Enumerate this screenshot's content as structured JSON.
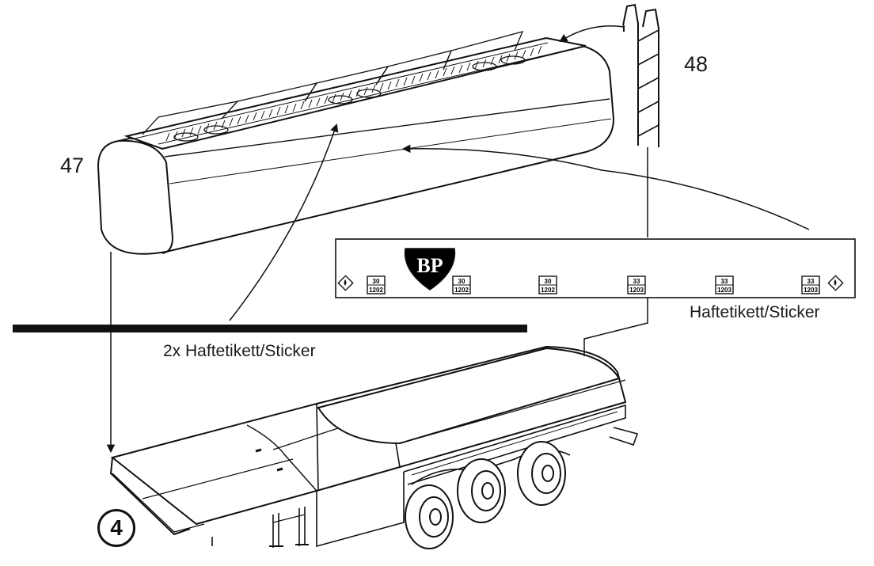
{
  "labels": {
    "part_47": "47",
    "part_48": "48",
    "sticker_caption": "Haftetikett/Sticker",
    "double_sticker_caption": "2x Haftetikett/Sticker",
    "step_number": "4"
  },
  "sticker_strip": {
    "logo_text": "BP",
    "plates": [
      {
        "top": "30",
        "bottom": "1202"
      },
      {
        "top": "30",
        "bottom": "1202"
      },
      {
        "top": "30",
        "bottom": "1202"
      },
      {
        "top": "33",
        "bottom": "1203"
      },
      {
        "top": "33",
        "bottom": "1203"
      },
      {
        "top": "33",
        "bottom": "1203"
      }
    ]
  },
  "colors": {
    "ink": "#111111",
    "background": "#ffffff",
    "logo_fill": "#000000"
  }
}
